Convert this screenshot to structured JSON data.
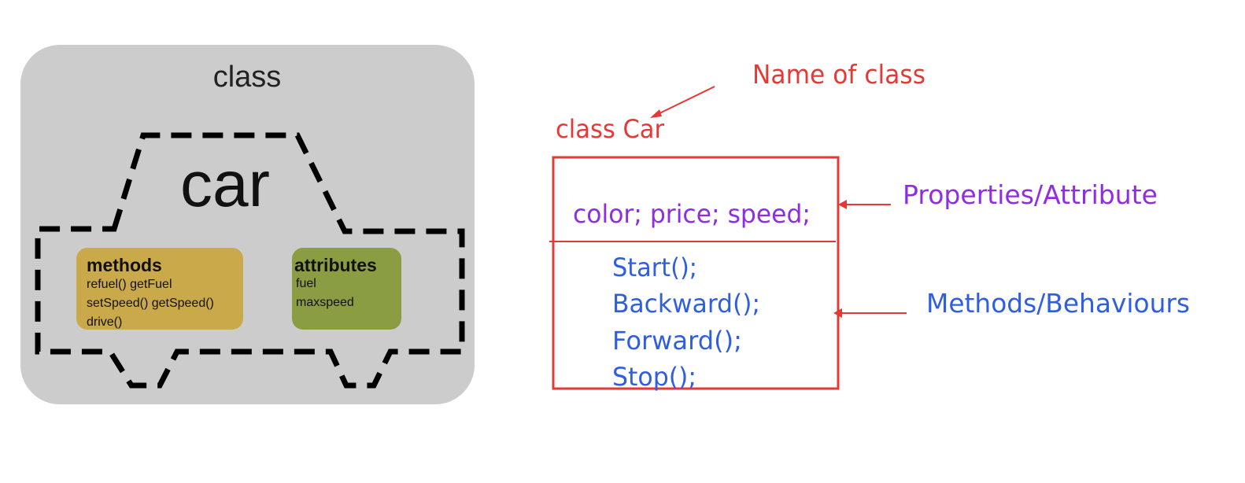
{
  "left_diagram": {
    "class_label": "class",
    "car_label": "car",
    "methods_box": {
      "title": "methods",
      "lines": [
        "refuel() getFuel",
        "setSpeed() getSpeed()",
        "drive()"
      ],
      "color": "#c9a94a"
    },
    "attributes_box": {
      "title": "attributes",
      "lines": [
        "fuel",
        "maxspeed"
      ],
      "color": "#8a9d43"
    },
    "panel_color": "#cccccc"
  },
  "right_diagram": {
    "name_annotation": "Name of class",
    "class_name": "class Car",
    "attributes_line": "color; price; speed;",
    "methods": [
      "Start();",
      "Backward();",
      "Forward();",
      "Stop();"
    ],
    "properties_annotation": "Properties/Attribute",
    "methods_annotation": "Methods/Behaviours",
    "colors": {
      "red": "#e53935",
      "purple": "#8e2de2",
      "blue": "#2f5fe0"
    }
  }
}
